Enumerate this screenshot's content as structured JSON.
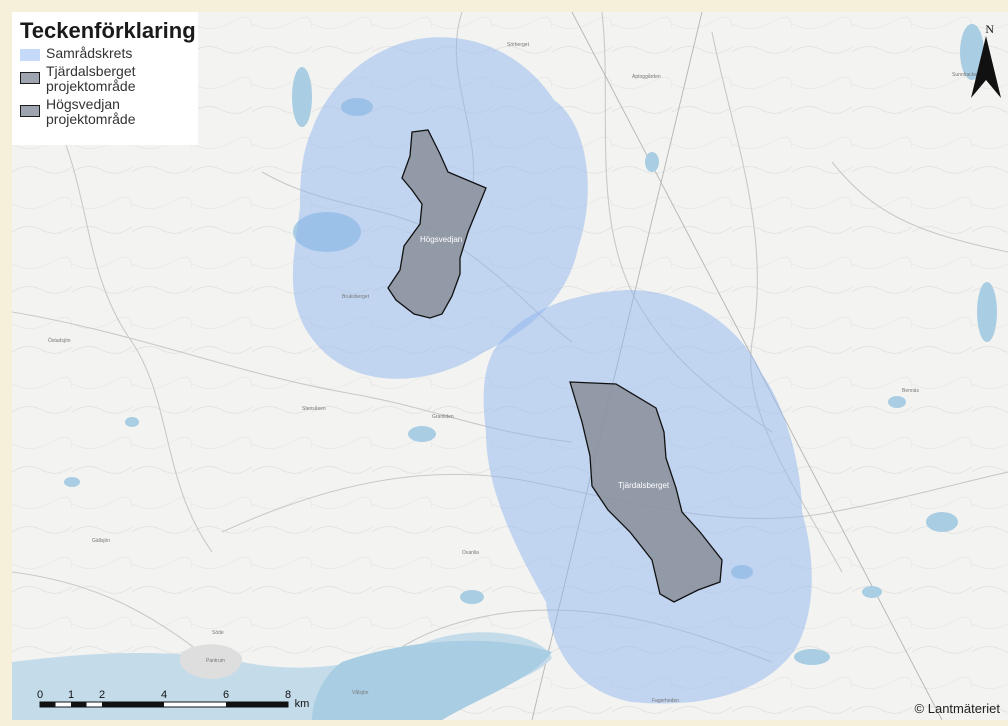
{
  "legend": {
    "title": "Teckenförklaring",
    "items": [
      {
        "label": "Samrådskrets",
        "kind": "circle-area",
        "color": "#c4daf8"
      },
      {
        "label": "Tjärdalsberget projektområde",
        "kind": "project-area",
        "color": "#9ea4b0"
      },
      {
        "label": "Högsvedjan projektområde",
        "kind": "project-area",
        "color": "#9ea4b0"
      }
    ]
  },
  "map": {
    "projects": [
      {
        "name": "Högsvedjan"
      },
      {
        "name": "Tjärdalsberget"
      }
    ],
    "place_labels": [
      "Sörberget",
      "Aptoggården",
      "Sunnbacken",
      "Bruksberget",
      "Östadsjön",
      "Granliden",
      "Stensåsen",
      "Bennäs",
      "Ovanlia",
      "Gällsjön",
      "Söde",
      "Pantrum",
      "Vålsjön",
      "Fagerheden"
    ],
    "colors": {
      "background": "#f3f3f1",
      "frame": "#f6efd9",
      "water": "#a9cde2",
      "circle": "#8fb6f0",
      "project_fill": "#8a8f9a",
      "road": "#c9c9c9"
    }
  },
  "north": {
    "letter": "N",
    "icon": "north-arrow-icon"
  },
  "scalebar": {
    "ticks": [
      "0",
      "1",
      "2",
      "4",
      "6",
      "8"
    ],
    "unit": "km"
  },
  "attribution": "© Lantmäteriet"
}
